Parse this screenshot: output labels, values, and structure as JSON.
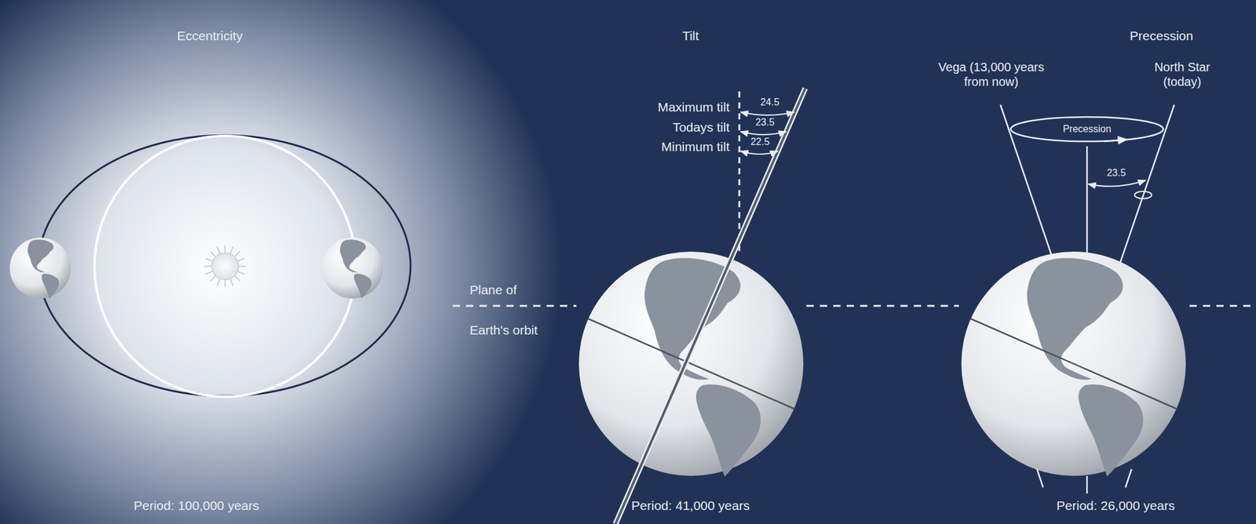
{
  "diagram": {
    "labels": [
      "Eccentricity",
      "Tilt",
      "Precession",
      "Maximum tilt",
      "Todays tilt",
      "Minimum tilt",
      "24.5",
      "23.5",
      "22.5",
      "Plane of",
      "Earth's orbit",
      "Vega (13,000 years from now)",
      "North Star (today)",
      "Precession",
      "23.5",
      "Period: 100,000 years",
      "Period: 41,000 years",
      "Period: 26,000 years"
    ]
  }
}
